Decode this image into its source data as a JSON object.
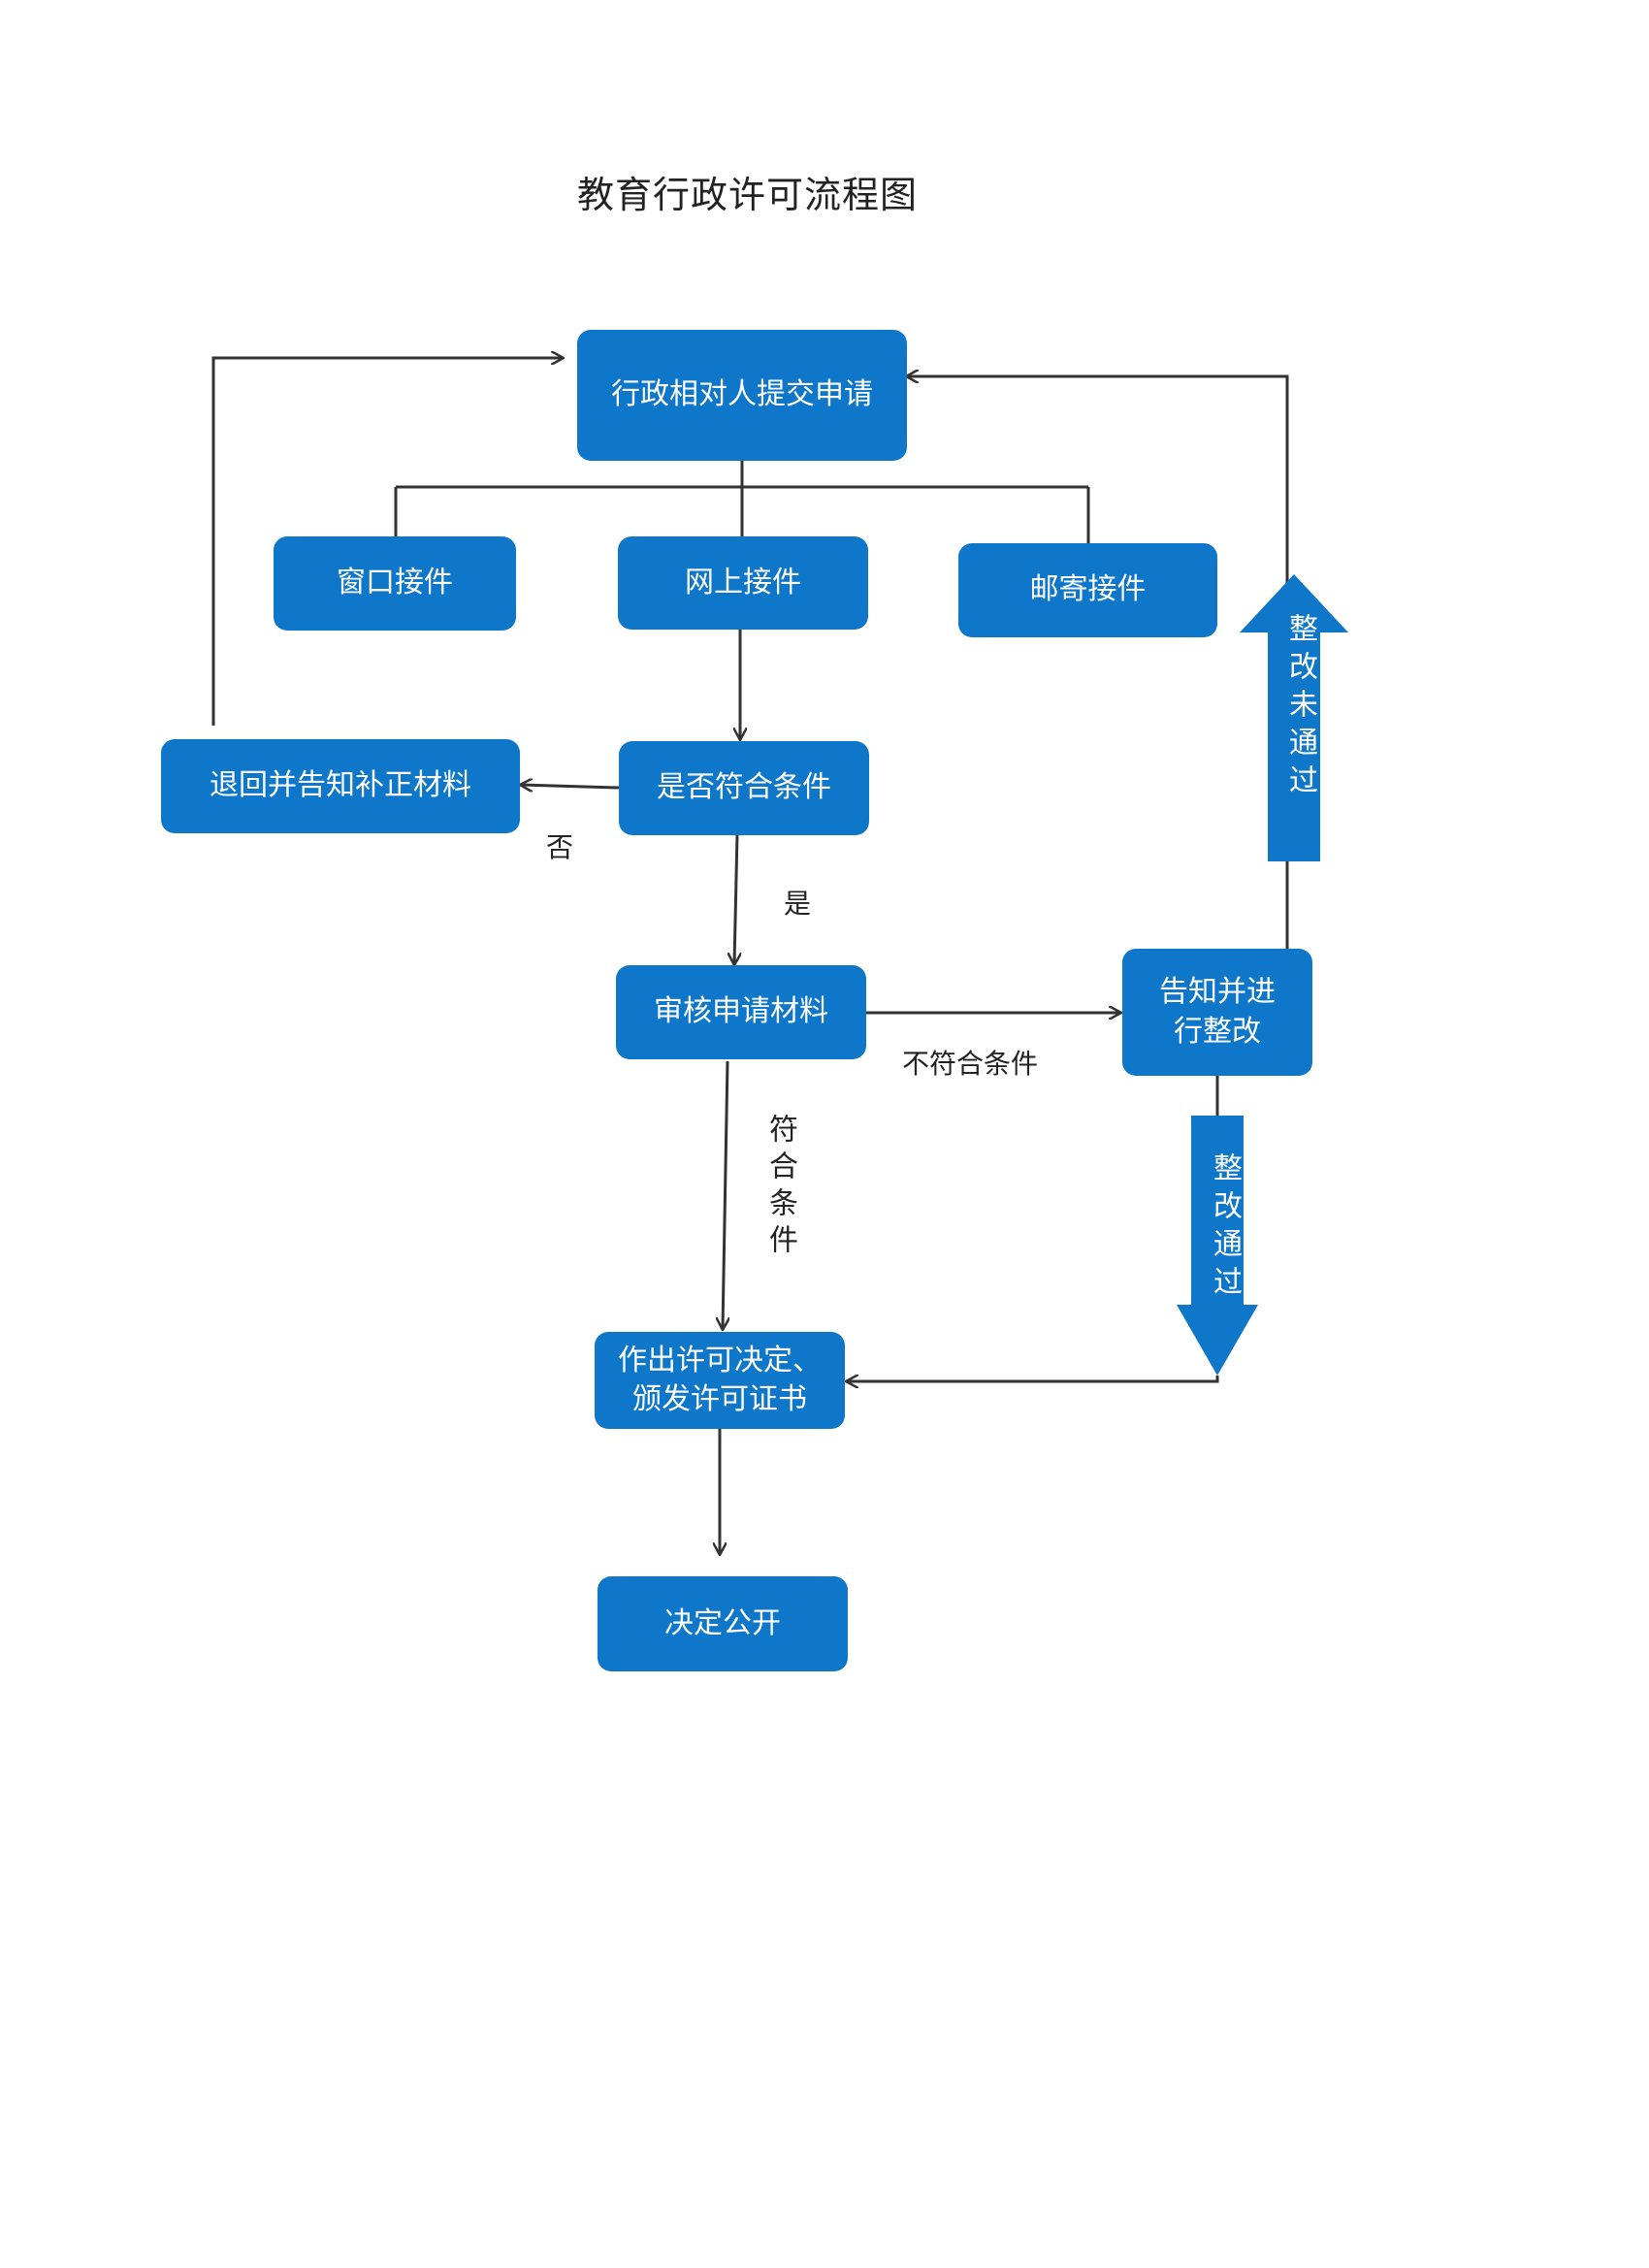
{
  "title": "教育行政许可流程图",
  "colors": {
    "box_fill": "#0f77c9",
    "box_text": "#ffffff",
    "line": "#333333"
  },
  "nodes": {
    "submit": "行政相对人提交申请",
    "window": "窗口接件",
    "online": "网上接件",
    "mail": "邮寄接件",
    "check": "是否符合条件",
    "return": "退回并告知补正材料",
    "review": "审核申请材料",
    "notify": "告知并进\n行整改",
    "decide": "作出许可决定、\n颁发许可证书",
    "publish": "决定公开"
  },
  "edge_labels": {
    "no": "否",
    "yes": "是",
    "not_meet": "不符合条件",
    "meet": "符合条件",
    "rectify_failed": "整改未通过",
    "rectify_passed": "整改通过"
  }
}
